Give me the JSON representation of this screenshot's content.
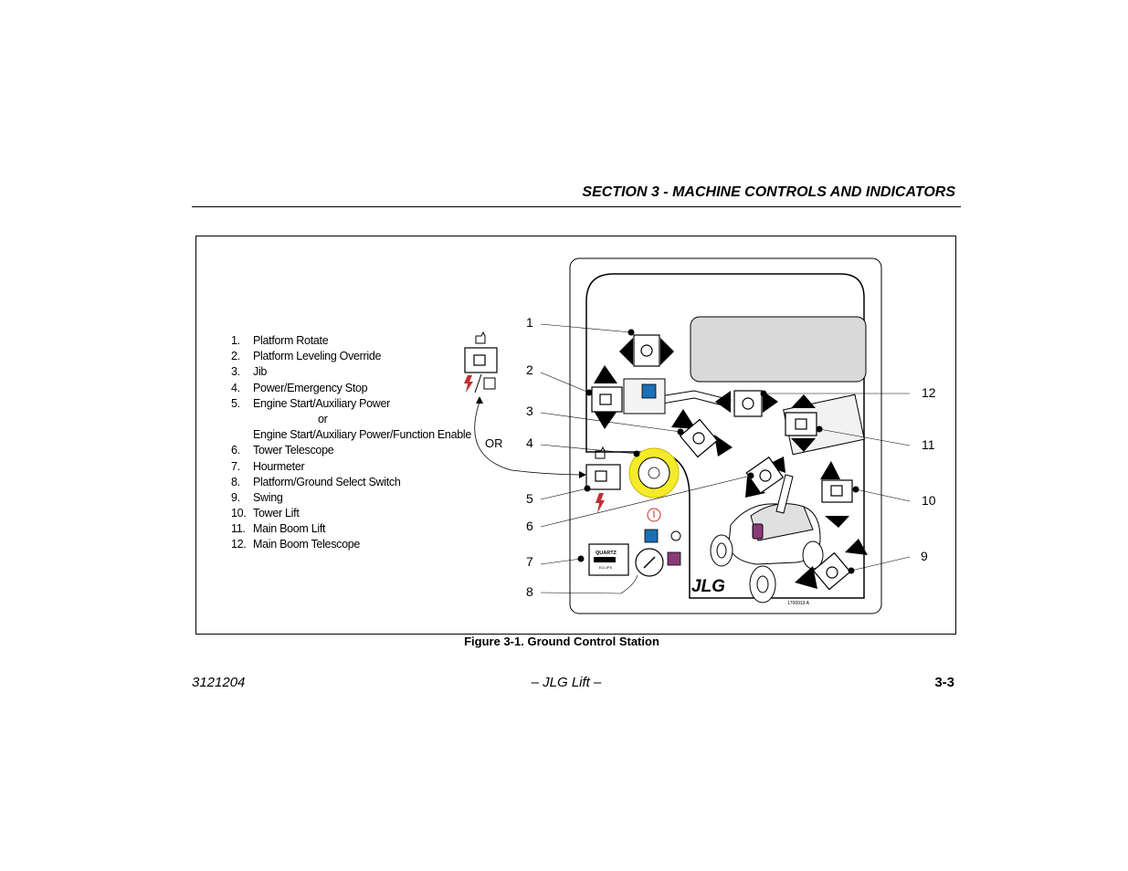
{
  "header": {
    "section_title": "SECTION 3 - MACHINE CONTROLS AND INDICATORS"
  },
  "legend": {
    "items": [
      {
        "num": "1.",
        "text": "Platform Rotate"
      },
      {
        "num": "2.",
        "text": "Platform Leveling Override"
      },
      {
        "num": "3.",
        "text": "Jib"
      },
      {
        "num": "4.",
        "text": "Power/Emergency Stop"
      },
      {
        "num": "5.",
        "text": "Engine Start/Auxiliary Power"
      },
      {
        "num": "",
        "text": "or"
      },
      {
        "num": "",
        "text": "Engine Start/Auxiliary Power/Function Enable"
      },
      {
        "num": "6.",
        "text": "Tower Telescope"
      },
      {
        "num": "7.",
        "text": "Hourmeter"
      },
      {
        "num": "8.",
        "text": "Platform/Ground Select Switch"
      },
      {
        "num": "9.",
        "text": "Swing"
      },
      {
        "num": "10.",
        "text": "Tower Lift"
      },
      {
        "num": "11.",
        "text": "Main Boom Lift"
      },
      {
        "num": "12.",
        "text": "Main Boom Telescope"
      }
    ]
  },
  "diagram": {
    "or_label": "OR",
    "callouts_left": [
      "1",
      "2",
      "3",
      "4",
      "5",
      "6",
      "7",
      "8"
    ],
    "callouts_right": [
      "12",
      "11",
      "10",
      "9"
    ],
    "hourmeter_brand": "QUARTZ",
    "hourmeter_sub": "ECLIPS",
    "brand_logo": "JLG",
    "part_number": "1706913 A",
    "icons": [
      "toggle-switch-icon",
      "power-lightning-icon",
      "engine-icon",
      "arrow-icon"
    ]
  },
  "caption": "Figure 3-1. Ground Control Station",
  "footer": {
    "doc_number": "3121204",
    "center": "– JLG Lift –",
    "page": "3-3"
  }
}
